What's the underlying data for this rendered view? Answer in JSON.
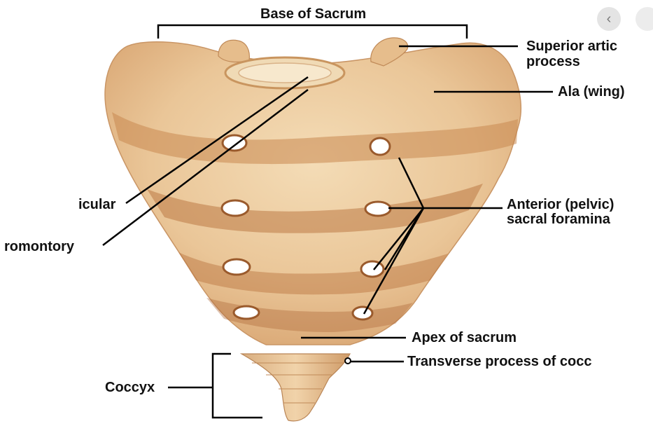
{
  "labels": {
    "base": "Base of Sacrum",
    "superior_line1": "Superior artic",
    "superior_line2": "process",
    "ala": "Ala (wing)",
    "auricular": "icular",
    "promontory": "romontory",
    "foramina_line1": "Anterior (pelvic)",
    "foramina_line2": "sacral foramina",
    "apex": "Apex of sacrum",
    "transverse": "Transverse process of cocc",
    "coccyx": "Coccyx"
  },
  "nav": {
    "icon": "chevron-left-icon",
    "glyph": "‹"
  },
  "colors": {
    "bone": "#eecfa3",
    "bone_dark": "#b46c3a",
    "bone_shadow": "#c8874d",
    "line": "#000000"
  }
}
